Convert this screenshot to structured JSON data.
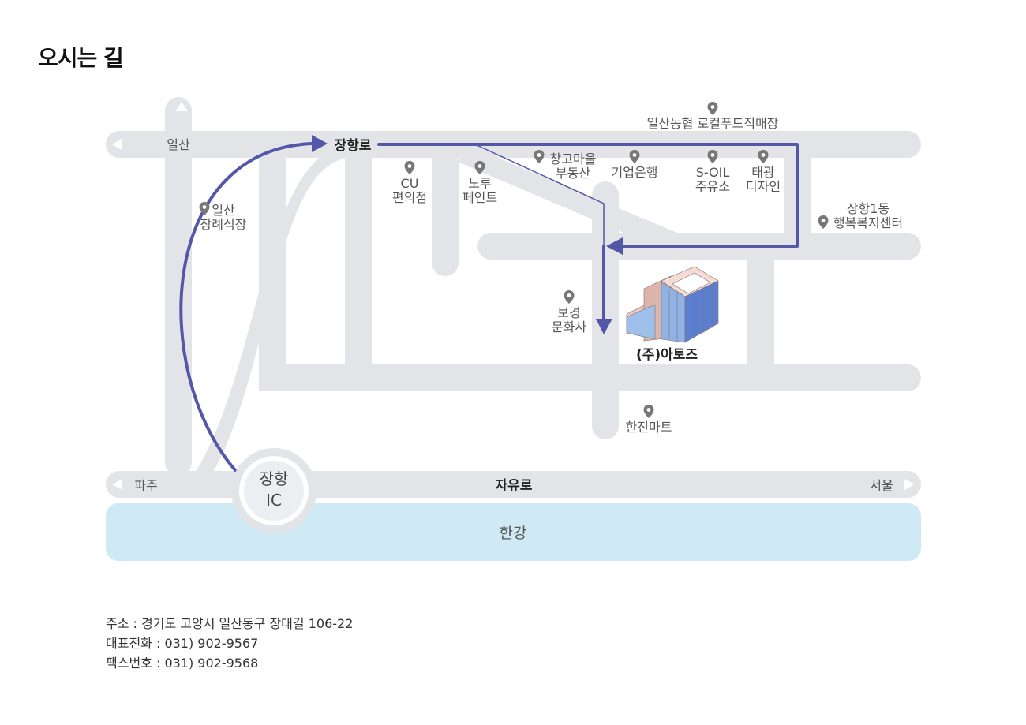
{
  "title": "오시는 길",
  "map": {
    "roads": {
      "top_west": "일산",
      "top_main": "장항로",
      "bottom_west": "파주",
      "bottom_main": "자유로",
      "bottom_east": "서울",
      "river": "한강"
    },
    "interchange": {
      "line1": "장항",
      "line2": "IC"
    },
    "destination": "(주)아토즈",
    "landmarks": [
      {
        "id": "nonghyup",
        "lines": [
          "일산농협 로컬푸드직매장"
        ]
      },
      {
        "id": "changgo",
        "lines": [
          "창고마을",
          "부동산"
        ]
      },
      {
        "id": "ibk",
        "lines": [
          "기업은행"
        ]
      },
      {
        "id": "soil",
        "lines": [
          "S-OIL",
          "주유소"
        ]
      },
      {
        "id": "taegwang",
        "lines": [
          "태광",
          "디자인"
        ]
      },
      {
        "id": "cu",
        "lines": [
          "CU",
          "편의점"
        ]
      },
      {
        "id": "noru",
        "lines": [
          "노루",
          "페인트"
        ]
      },
      {
        "id": "funeral",
        "lines": [
          "일산",
          "장례식장"
        ]
      },
      {
        "id": "welfare",
        "lines": [
          "장항1동",
          "행복복지센터"
        ]
      },
      {
        "id": "bogyeong",
        "lines": [
          "보경",
          "문화사"
        ]
      },
      {
        "id": "hanjin",
        "lines": [
          "한진마트"
        ]
      }
    ],
    "colors": {
      "road": "#e2e4e8",
      "route": "#5457a8",
      "river": "#cfeaf5",
      "pin": "#777777"
    }
  },
  "contact": {
    "address": "주소 : 경기도 고양시 일산동구 장대길 106-22",
    "phone": "대표전화 : 031) 902-9567",
    "fax": "팩스번호 : 031) 902-9568"
  }
}
